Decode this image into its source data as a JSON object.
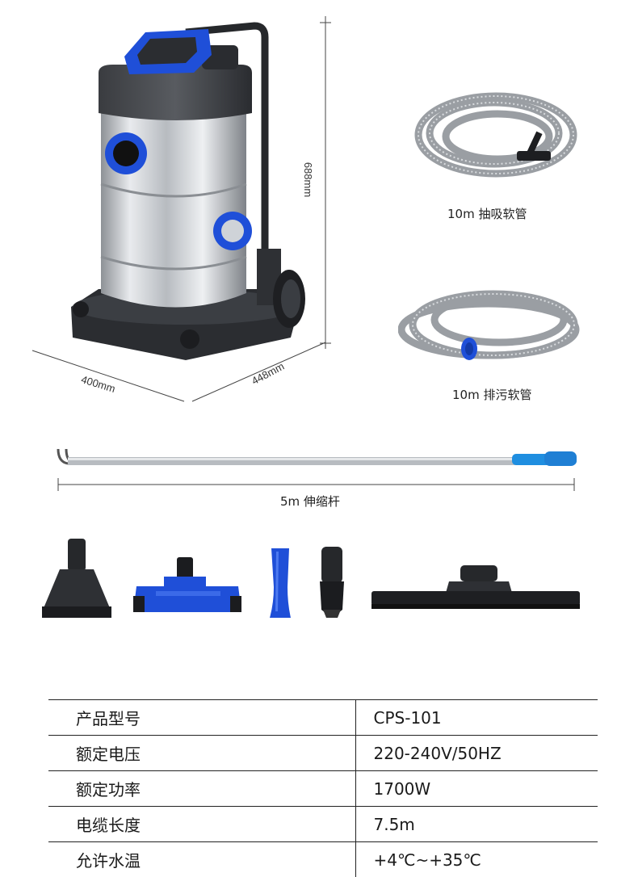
{
  "dimensions": {
    "height": "688mm",
    "width": "400mm",
    "depth": "448mm"
  },
  "accessories": {
    "suction_hose": "10m 抽吸软管",
    "drain_hose": "10m 排污软管",
    "telescopic_pole": "5m 伸缩杆"
  },
  "specs": [
    {
      "key": "产品型号",
      "value": "CPS-101"
    },
    {
      "key": "额定电压",
      "value": "220-240V/50HZ"
    },
    {
      "key": "额定功率",
      "value": "1700W"
    },
    {
      "key": "电缆长度",
      "value": "7.5m"
    },
    {
      "key": "允许水温",
      "value": "+4℃~+35℃"
    }
  ],
  "colors": {
    "accent_blue": "#1f4fd8",
    "steel": "#c9ccd0",
    "dark_plastic": "#2e3034"
  }
}
